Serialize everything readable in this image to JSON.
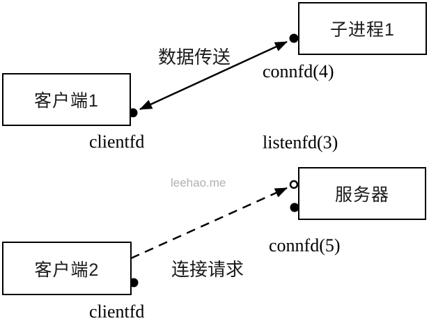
{
  "diagram": {
    "watermark": "leehao.me",
    "boxes": {
      "child_process1": "子进程1",
      "client1": "客户端1",
      "server": "服务器",
      "client2": "客户端2"
    },
    "edge_labels": {
      "data_transfer": "数据传送",
      "connect_request": "连接请求"
    },
    "fd_labels": {
      "connfd4": "connfd(4)",
      "clientfd1": "clientfd",
      "listenfd3": "listenfd(3)",
      "connfd5": "connfd(5)",
      "clientfd2": "clientfd"
    },
    "edges": {
      "data_transfer": {
        "style": "solid",
        "arrows": "both"
      },
      "connect_request": {
        "style": "dashed",
        "arrows": "end"
      }
    },
    "colors": {
      "line": "#000000",
      "box_border": "#000000",
      "background": "#ffffff",
      "watermark": "#b0b0b0"
    }
  }
}
